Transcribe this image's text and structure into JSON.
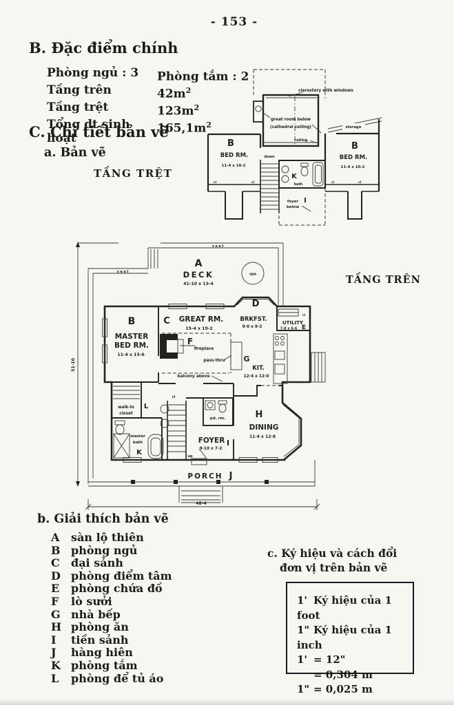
{
  "page_number": "- 153 -",
  "features": {
    "heading": "B. Đặc điểm chính",
    "rows": [
      {
        "label": "Phòng ngủ : 3",
        "value": "Phòng tắm : 2",
        "sup": ""
      },
      {
        "label": "Tầng trên",
        "value": "42m",
        "sup": "2"
      },
      {
        "label": "Tầng trệt",
        "value": "123m",
        "sup": "2"
      },
      {
        "label": "Tổng dt sinh hoạt",
        "value": "165,1m",
        "sup": "2"
      }
    ]
  },
  "details": {
    "heading": "C. Chi tiết bản vẽ",
    "sub_heading": "a. Bản vẽ",
    "ground_floor_label": "TẦNG TRỆT",
    "upper_floor_label": "TẦNG TRÊN"
  },
  "upper_plan": {
    "clerestory": "clerestory with windows",
    "great_room_line1": "great room below",
    "great_room_line2": "(cathedral ceiling)",
    "railing": "railing",
    "storage": "storage",
    "down": "down",
    "bed_letter": "B",
    "bed_name": "BED RM.",
    "bed_dim": "11-4 x 10-2",
    "bath_letter": "K",
    "bath_label": "bath",
    "foyer_line1": "foyer",
    "foyer_line2": "below",
    "foyer_letter": "I",
    "closet_abbr": "cl"
  },
  "main_plan": {
    "deck_letter": "A",
    "deck_name": "DECK",
    "deck_dim": "41-10 x 13-4",
    "seat_label": "seat",
    "spa_label": "spa",
    "master_letter": "B",
    "master_name1": "MASTER",
    "master_name2": "BED RM.",
    "master_dim": "11-4 x 15-6",
    "great_letter": "C",
    "great_name": "GREAT RM.",
    "great_dim": "15-4 x 19-2",
    "fireplace_letter": "F",
    "fireplace_label": "fireplace",
    "pass_thru_label": "pass-thru",
    "balcony_label": "balcony above",
    "brkfst_letter": "D",
    "brkfst_name": "BRKFST.",
    "brkfst_dim": "9-0 x 9-2",
    "utility_letter": "E",
    "utility_name": "UTILITY",
    "utility_dim": "7-8 x 6-6",
    "kitchen_letter": "G",
    "kitchen_name": "KIT.",
    "kitchen_dim": "12-4 x 12-0",
    "dining_letter": "H",
    "dining_name": "DINING",
    "dining_dim": "11-4 x 12-8",
    "foyer_letter": "I",
    "foyer_name": "FOYER",
    "foyer_dim": "9-10 x 7-2",
    "porch_letter": "J",
    "porch_name": "PORCH",
    "closet_letter": "L",
    "closet_line1": "walk-in",
    "closet_line2": "closet",
    "mbath_letter": "K",
    "mbath_line1": "master",
    "mbath_line2": "bath",
    "powder_label": "pd. rm.",
    "up_label": "up",
    "closet_abbr": "cl",
    "overall_width": "48-4",
    "overall_depth": "51-10"
  },
  "legend": {
    "heading": "b. Giải thích bản vẽ",
    "items": [
      {
        "key": "A",
        "text": "sàn lộ thiên"
      },
      {
        "key": "B",
        "text": "phòng ngủ"
      },
      {
        "key": "C",
        "text": "đại sảnh"
      },
      {
        "key": "D",
        "text": "phòng điểm tâm"
      },
      {
        "key": "E",
        "text": "phòng chứa đồ"
      },
      {
        "key": "F",
        "text": "lò sưởi"
      },
      {
        "key": "G",
        "text": "nhà bếp"
      },
      {
        "key": "H",
        "text": "phòng ăn"
      },
      {
        "key": "I",
        "text": "tiền sảnh"
      },
      {
        "key": "J",
        "text": "hàng hiên"
      },
      {
        "key": "K",
        "text": "phòng tắm"
      },
      {
        "key": "L",
        "text": "phòng để tủ áo"
      }
    ]
  },
  "units": {
    "heading_line1": "c. Ký hiệu và cách đổi",
    "heading_line2": "đơn vị trên bản vẽ",
    "rows": [
      {
        "sym": "1'",
        "text": "Ký hiệu của 1 foot"
      },
      {
        "sym": "1\"",
        "text": "Ký hiệu của 1 inch"
      },
      {
        "sym": "1'",
        "text": "= 12\""
      },
      {
        "sym": "",
        "text": "= 0,304 m"
      },
      {
        "sym": "1\"",
        "text": "= 0,025 m"
      }
    ]
  }
}
